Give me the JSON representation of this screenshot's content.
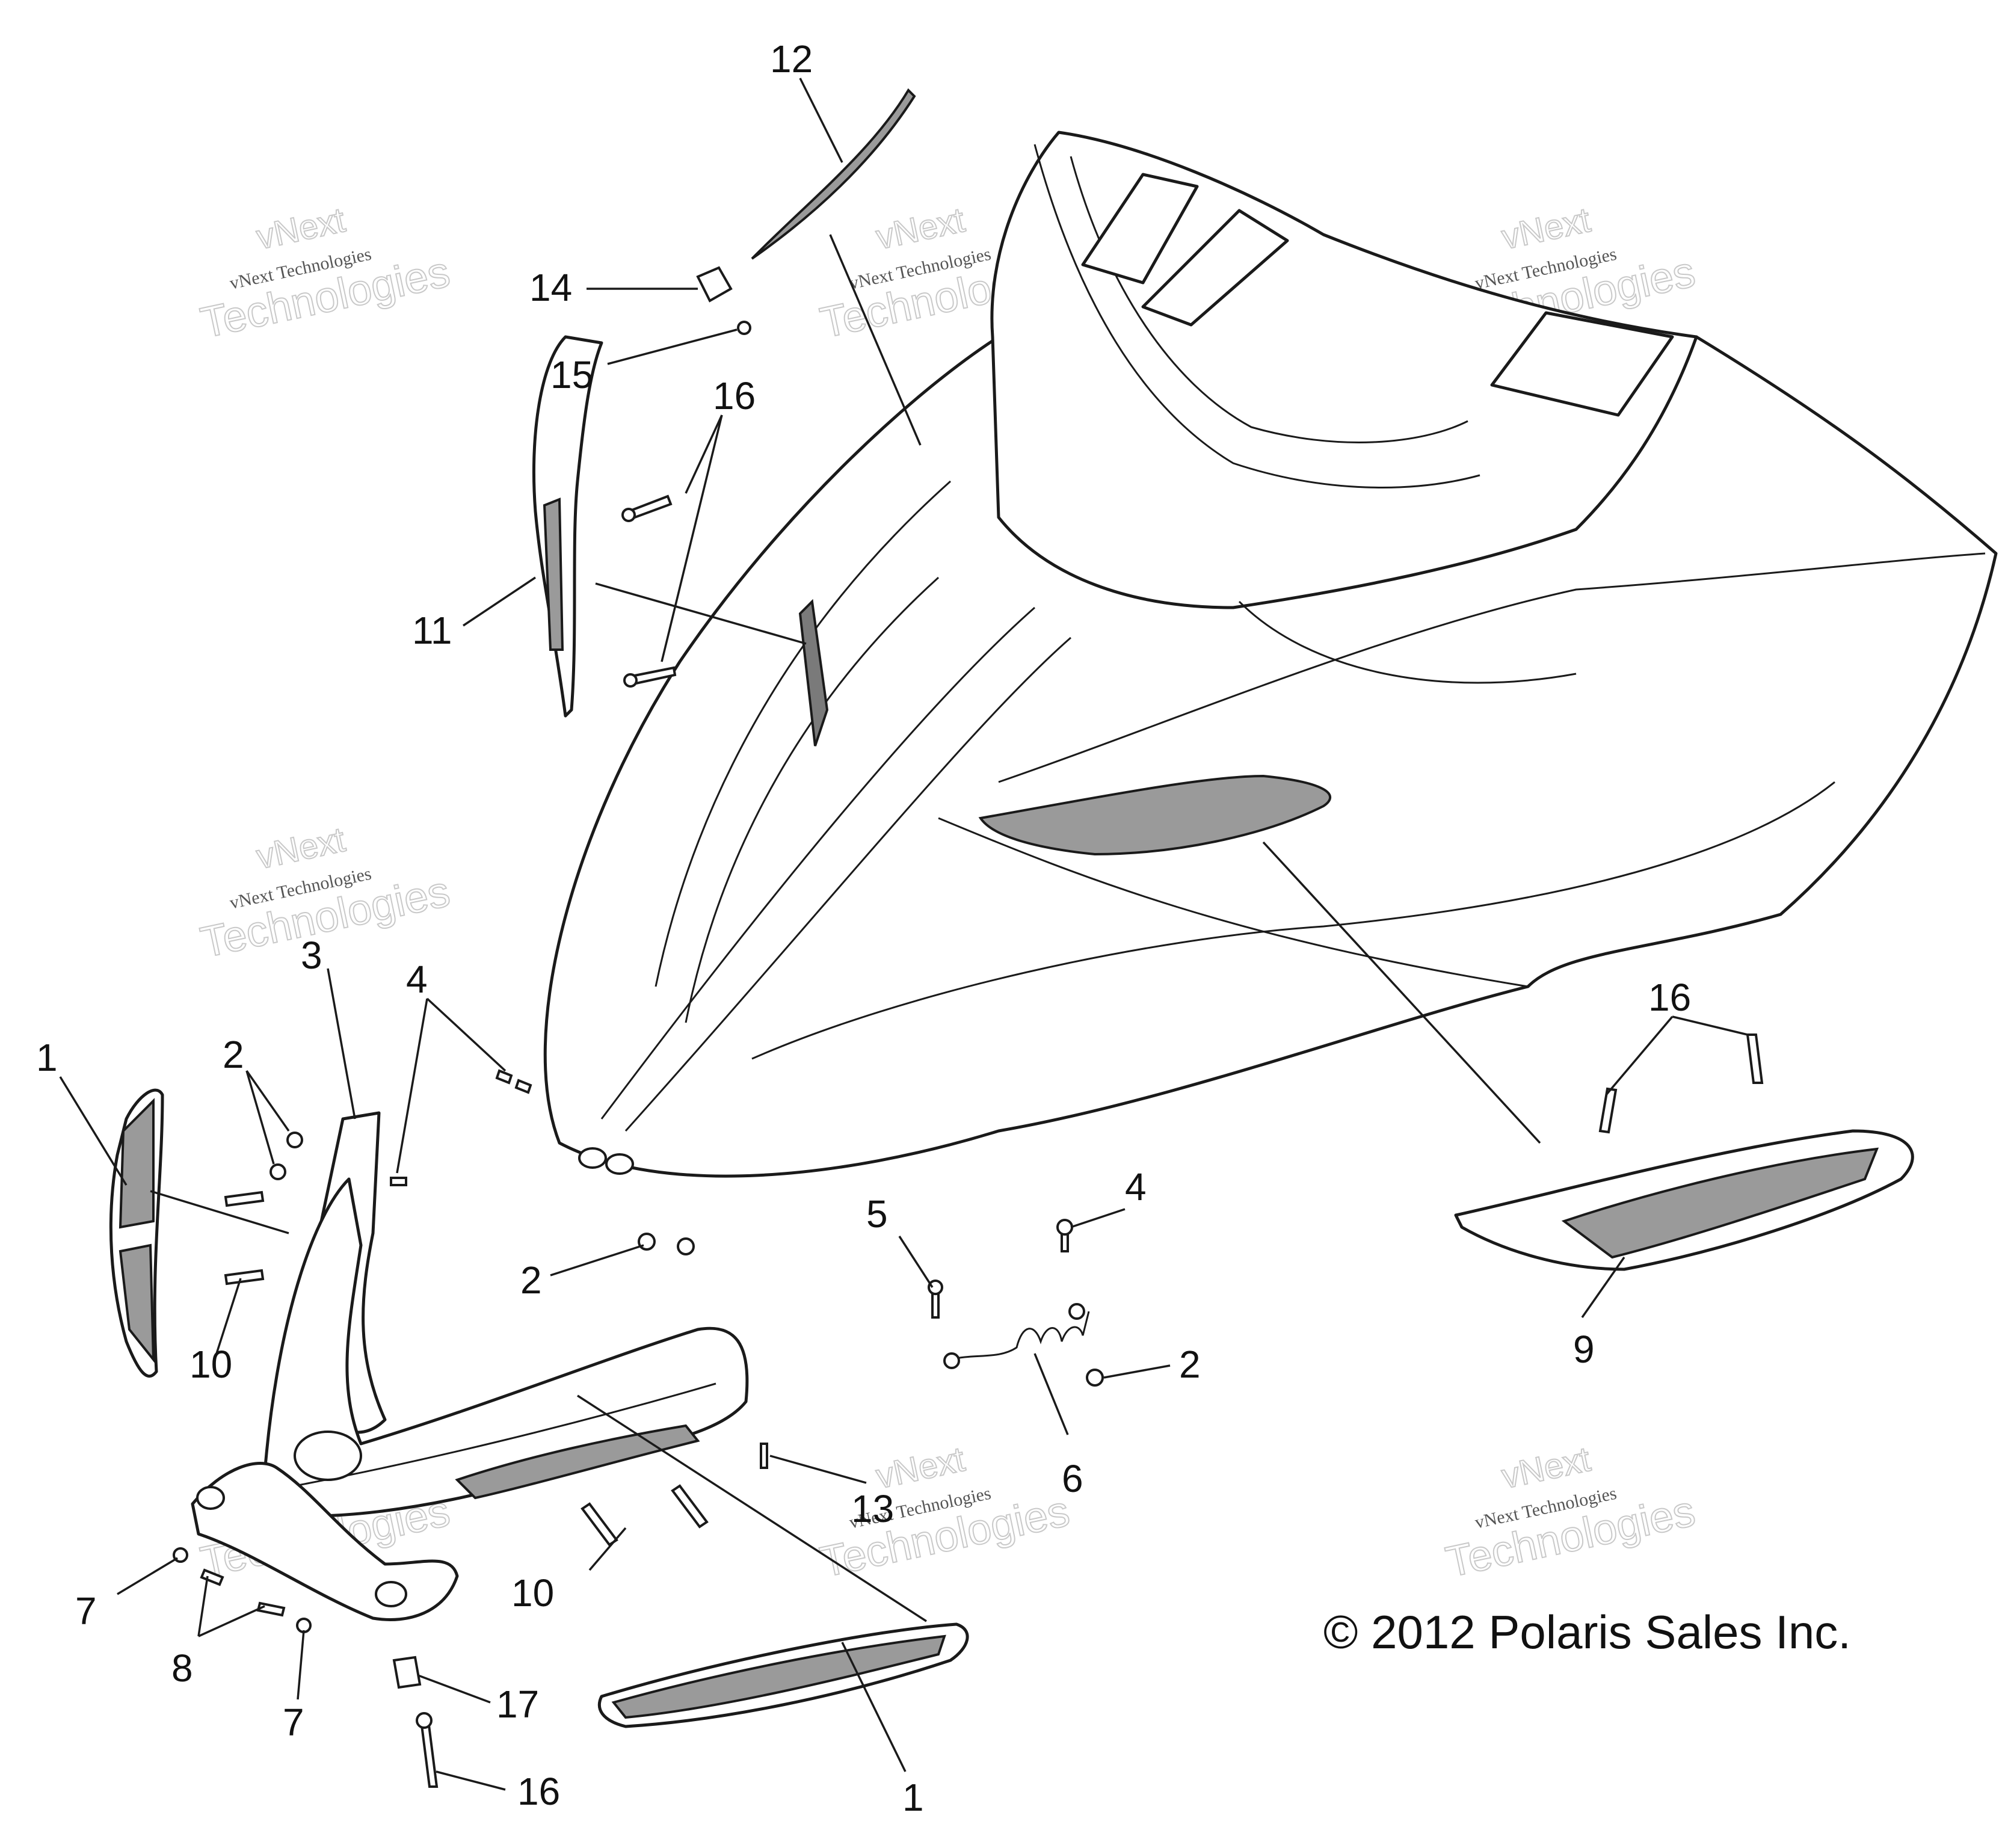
{
  "diagram": {
    "callouts": [
      {
        "id": "c12",
        "text": "12"
      },
      {
        "id": "c14",
        "text": "14"
      },
      {
        "id": "c15",
        "text": "15"
      },
      {
        "id": "c16a",
        "text": "16"
      },
      {
        "id": "c11",
        "text": "11"
      },
      {
        "id": "c3",
        "text": "3"
      },
      {
        "id": "c4a",
        "text": "4"
      },
      {
        "id": "c1a",
        "text": "1"
      },
      {
        "id": "c2a",
        "text": "2"
      },
      {
        "id": "c2b",
        "text": "2"
      },
      {
        "id": "c10a",
        "text": "10"
      },
      {
        "id": "c5",
        "text": "5"
      },
      {
        "id": "c4b",
        "text": "4"
      },
      {
        "id": "c2c",
        "text": "2"
      },
      {
        "id": "c6",
        "text": "6"
      },
      {
        "id": "c16b",
        "text": "16"
      },
      {
        "id": "c9",
        "text": "9"
      },
      {
        "id": "c13",
        "text": "13"
      },
      {
        "id": "c10b",
        "text": "10"
      },
      {
        "id": "c7a",
        "text": "7"
      },
      {
        "id": "c8",
        "text": "8"
      },
      {
        "id": "c7b",
        "text": "7"
      },
      {
        "id": "c17",
        "text": "17"
      },
      {
        "id": "c16c",
        "text": "16"
      },
      {
        "id": "c1b",
        "text": "1"
      }
    ],
    "copyright": "© 2012 Polaris Sales Inc.",
    "watermark": {
      "line1": "vNext",
      "line2": "vNext Technologies",
      "line3": "Technologies"
    }
  }
}
